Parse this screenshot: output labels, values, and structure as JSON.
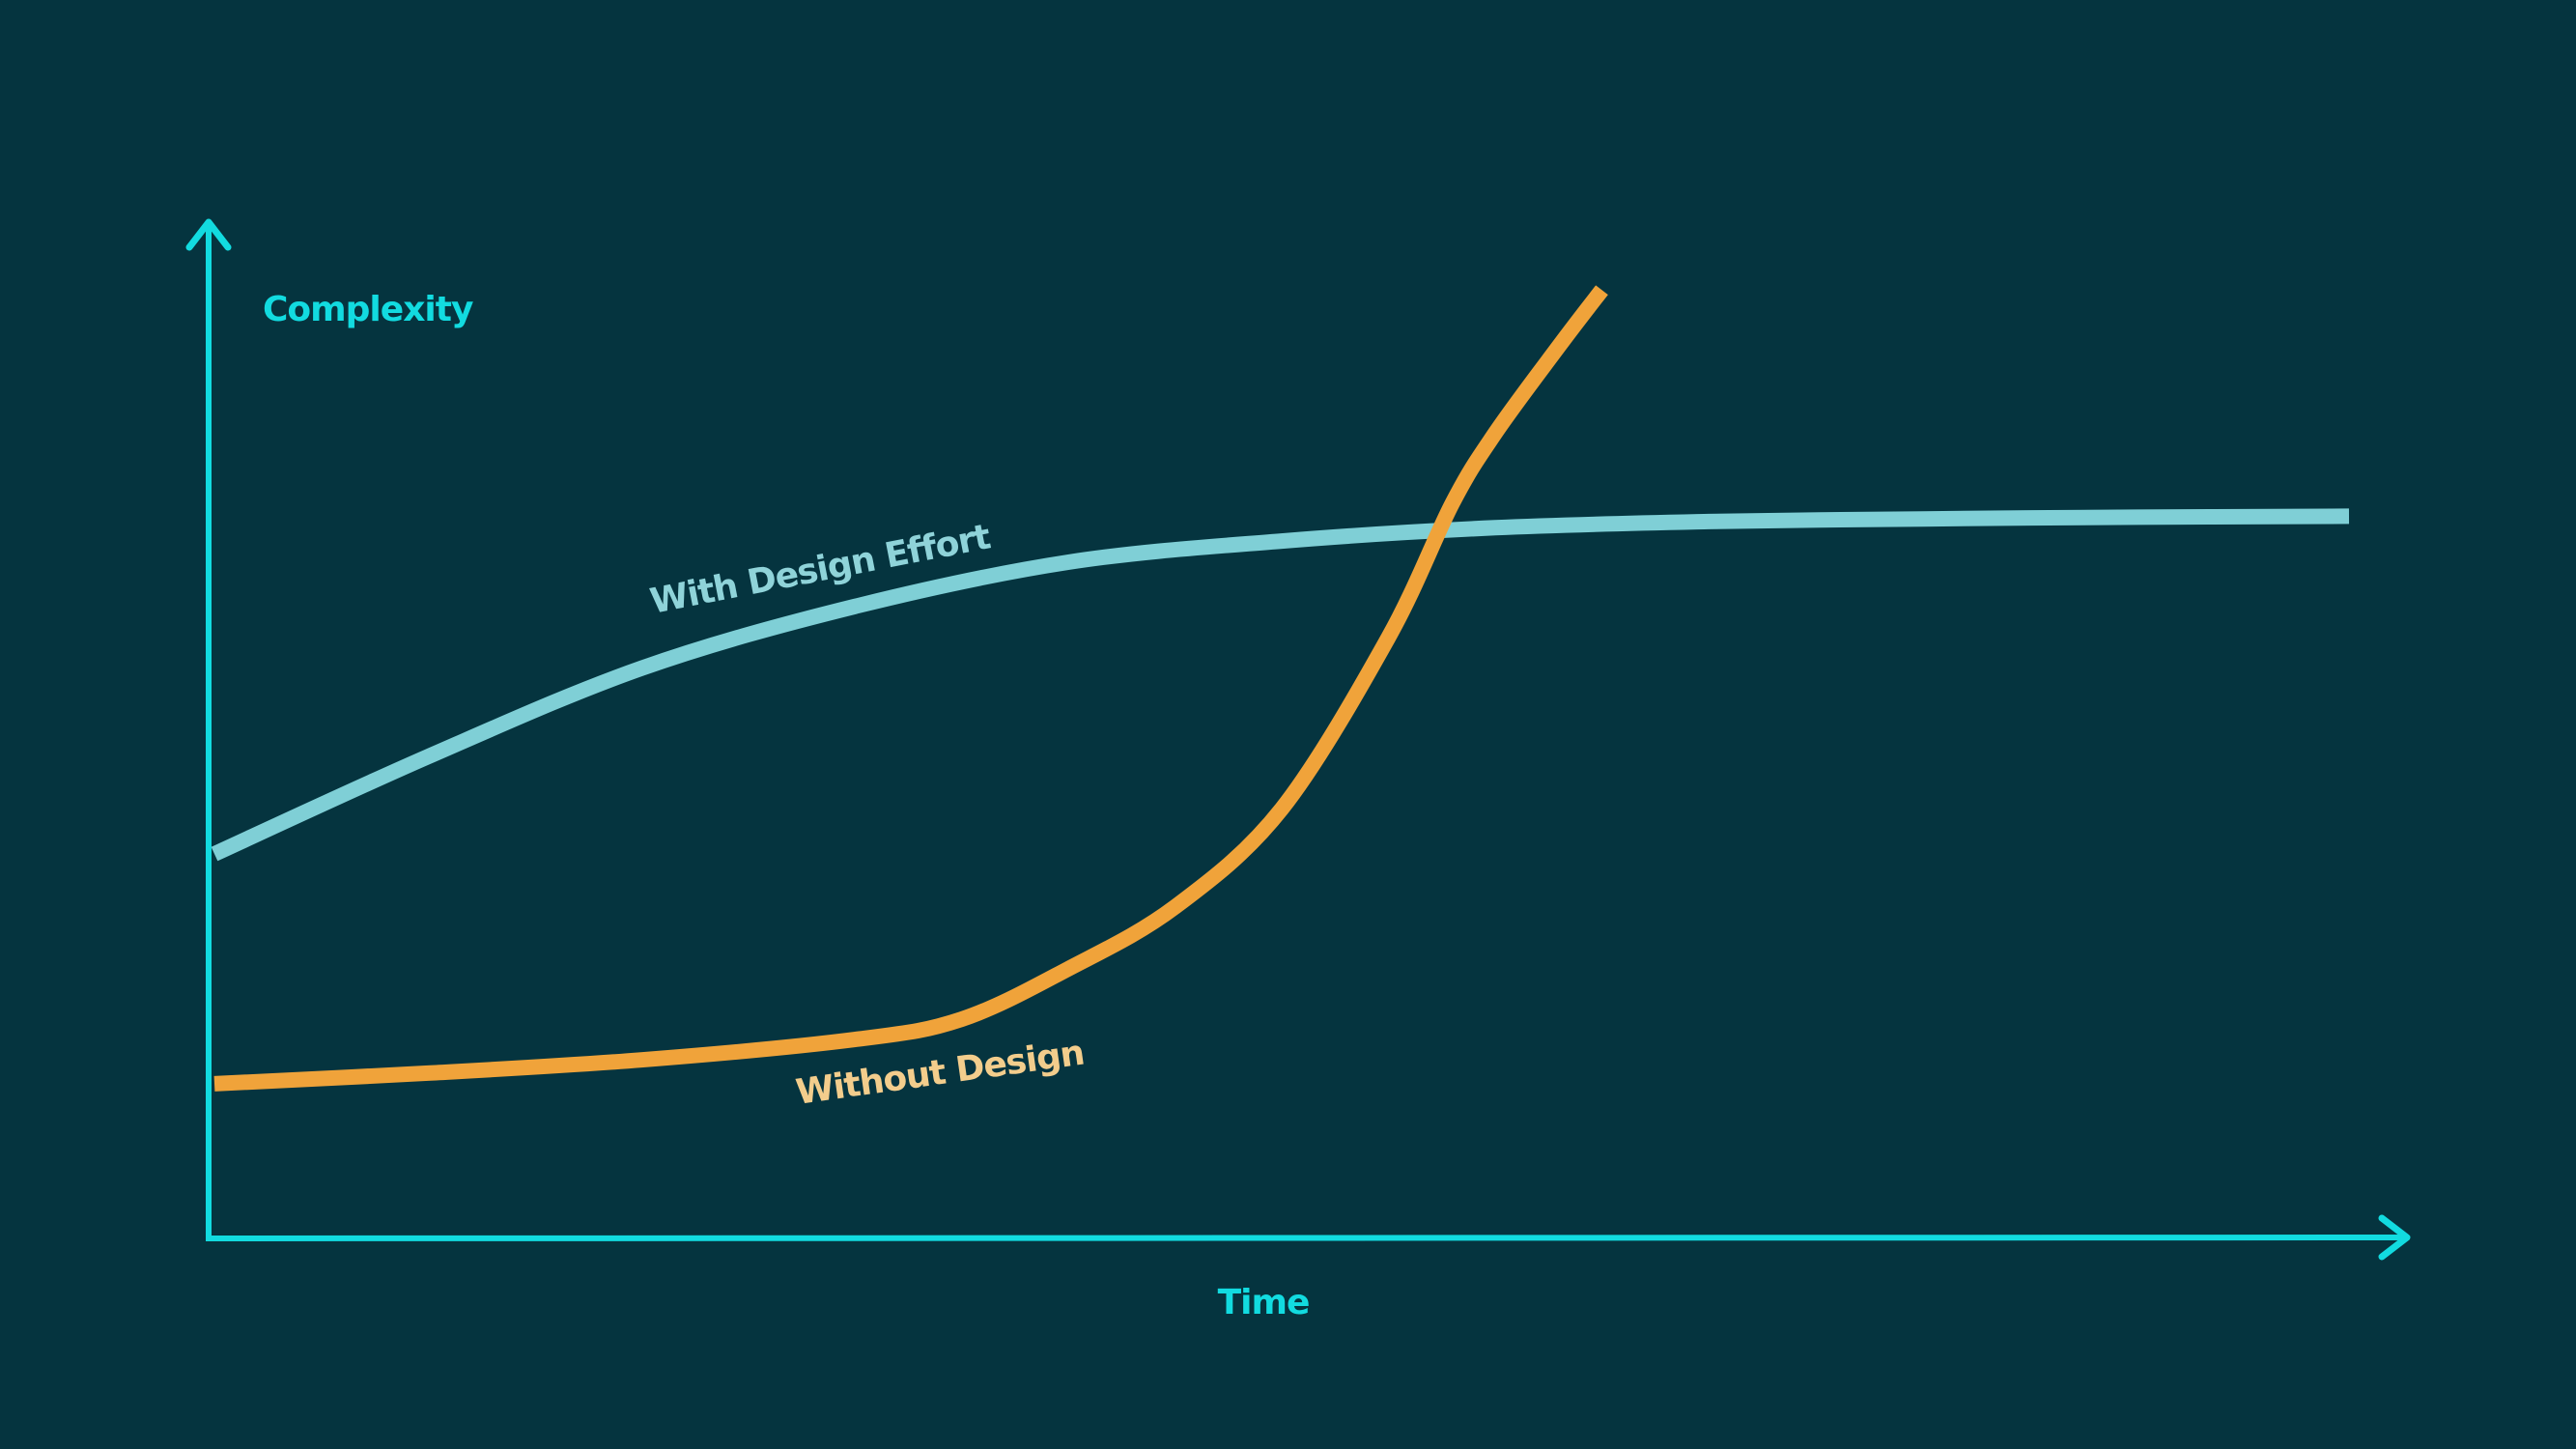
{
  "chart_data": {
    "type": "line",
    "xlabel": "Time",
    "ylabel": "Complexity",
    "xlim": [
      0,
      100
    ],
    "ylim": [
      0,
      100
    ],
    "grid": false,
    "legend": "inline-labels",
    "axis_color": "#12dbe0",
    "background": "#05343f",
    "series": [
      {
        "name": "With Design Effort",
        "color": "#7fcfd6",
        "label_color": "#8fd3d9",
        "x": [
          0,
          10,
          20,
          30,
          40,
          50,
          60,
          70,
          80,
          90,
          100
        ],
        "y": [
          43.5,
          54.5,
          64.5,
          71.5,
          76.5,
          78.9,
          80.4,
          81.1,
          81.4,
          81.6,
          81.7
        ]
      },
      {
        "name": "Without Design",
        "color": "#f0a33a",
        "label_color": "#f3cd8c",
        "x": [
          0,
          10,
          20,
          30,
          35,
          40,
          45,
          50,
          55,
          58,
          60,
          63,
          65
        ],
        "y": [
          17.5,
          18.7,
          20.2,
          22.5,
          24.8,
          30.5,
          37.5,
          48.6,
          68,
          83.2,
          91.1,
          101,
          107.3
        ]
      }
    ]
  }
}
